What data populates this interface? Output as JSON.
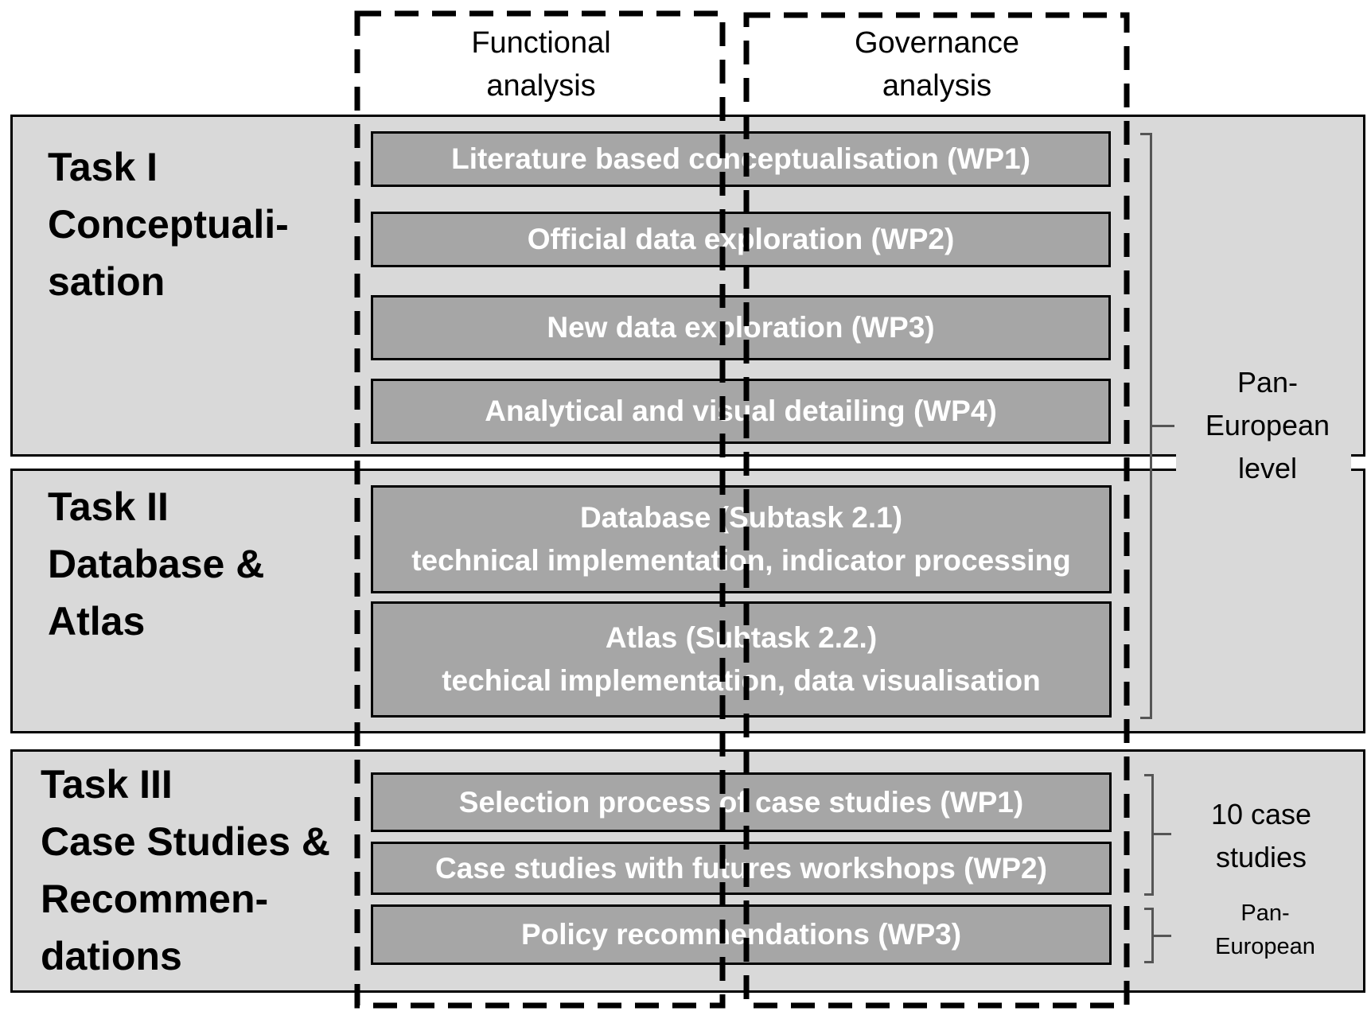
{
  "columns": {
    "functional": [
      "Functional",
      "analysis"
    ],
    "governance": [
      "Governance",
      "analysis"
    ]
  },
  "tasks": [
    {
      "title": [
        "Task I",
        "Conceptuali-",
        "sation"
      ]
    },
    {
      "title": [
        "Task II",
        "Database &",
        "Atlas"
      ]
    },
    {
      "title": [
        "Task III",
        "Case Studies &",
        "Recommen-",
        "dations"
      ]
    }
  ],
  "work_packages": [
    {
      "lines": [
        "Literature based conceptualisation (WP1)"
      ]
    },
    {
      "lines": [
        "Official data exploration (WP2)"
      ]
    },
    {
      "lines": [
        "New data exploration (WP3)"
      ]
    },
    {
      "lines": [
        "Analytical and visual detailing (WP4)"
      ]
    },
    {
      "lines": [
        "Database (Subtask 2.1)",
        "technical implementation, indicator processing"
      ]
    },
    {
      "lines": [
        "Atlas (Subtask 2.2.)",
        "techical implementation, data visualisation"
      ]
    },
    {
      "lines": [
        "Selection process of case studies (WP1)"
      ]
    },
    {
      "lines": [
        "Case studies with futures workshops (WP2)"
      ]
    },
    {
      "lines": [
        "Policy recommendations (WP3)"
      ]
    }
  ],
  "side_labels": {
    "pan_european_level": [
      "Pan-",
      "European",
      "level"
    ],
    "case_studies": [
      "10 case",
      "studies"
    ],
    "pan_european": [
      "Pan-",
      "European"
    ]
  },
  "colors": {
    "panel_fill": "#d9d9d9",
    "box_fill": "#a6a6a6",
    "box_text": "#ffffff",
    "border": "#000000",
    "bracket": "#555555"
  }
}
